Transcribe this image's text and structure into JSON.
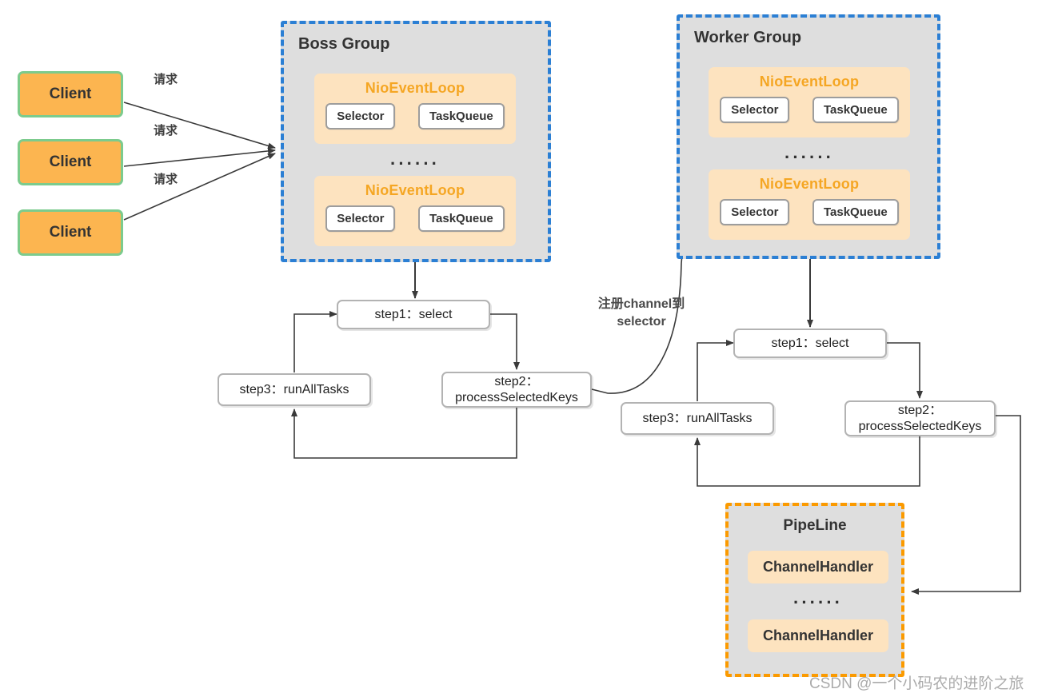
{
  "clients": [
    {
      "label": "Client",
      "request_label": "请求"
    },
    {
      "label": "Client",
      "request_label": "请求"
    },
    {
      "label": "Client",
      "request_label": "请求"
    }
  ],
  "boss_group": {
    "title": "Boss Group",
    "dots": "······",
    "event_loops": [
      {
        "title": "NioEventLoop",
        "selector": "Selector",
        "taskqueue": "TaskQueue"
      },
      {
        "title": "NioEventLoop",
        "selector": "Selector",
        "taskqueue": "TaskQueue"
      }
    ],
    "steps": {
      "step1": "step1：select",
      "step2_line1": "step2：",
      "step2_line2": "processSelectedKeys",
      "step3": "step3：runAllTasks"
    }
  },
  "worker_group": {
    "title": "Worker Group",
    "dots": "······",
    "event_loops": [
      {
        "title": "NioEventLoop",
        "selector": "Selector",
        "taskqueue": "TaskQueue"
      },
      {
        "title": "NioEventLoop",
        "selector": "Selector",
        "taskqueue": "TaskQueue"
      }
    ],
    "steps": {
      "step1": "step1：select",
      "step2_line1": "step2：",
      "step2_line2": "processSelectedKeys",
      "step3": "step3：runAllTasks"
    }
  },
  "register_label": {
    "line1": "注册channel到",
    "line2": "selector"
  },
  "pipeline": {
    "title": "PipeLine",
    "dots": "······",
    "handlers": [
      "ChannelHandler",
      "ChannelHandler"
    ]
  },
  "watermark": "CSDN @一个小码农的进阶之旅",
  "colors": {
    "client_fill": "#fcb550",
    "client_border": "#7ccb8d",
    "group_fill": "#dedede",
    "group_border": "#2b7fd4",
    "eventloop_fill": "#fde3bf",
    "eventloop_text": "#f5a623",
    "pipeline_border": "#fb9a00",
    "arrow": "#3a3a3a"
  }
}
